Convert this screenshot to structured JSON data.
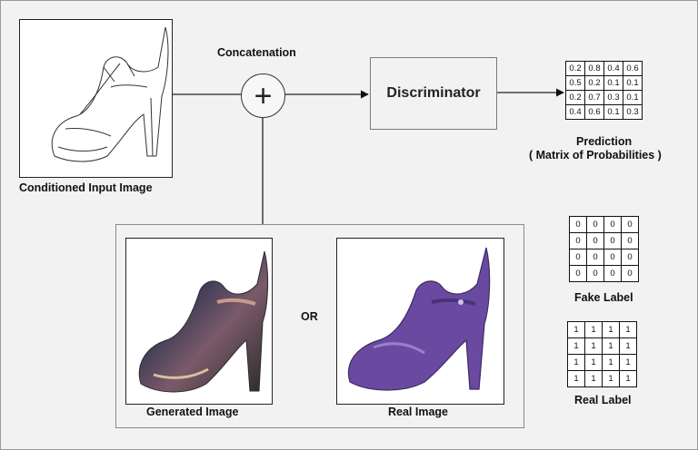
{
  "labels": {
    "conditioned": "Conditioned Input Image",
    "concatenation": "Concatenation",
    "plus": "+",
    "discriminator": "Discriminator",
    "prediction_title": "Prediction",
    "prediction_sub": "( Matrix of Probabilities )",
    "generated": "Generated Image",
    "or": "OR",
    "real_image": "Real Image",
    "fake_label": "Fake Label",
    "real_label": "Real Label"
  },
  "prediction_matrix": [
    [
      "0.2",
      "0.8",
      "0.4",
      "0.6"
    ],
    [
      "0.5",
      "0.2",
      "0.1",
      "0.1"
    ],
    [
      "0.2",
      "0.7",
      "0.3",
      "0.1"
    ],
    [
      "0.4",
      "0.6",
      "0.1",
      "0.3"
    ]
  ],
  "fake_matrix": [
    [
      "0",
      "0",
      "0",
      "0"
    ],
    [
      "0",
      "0",
      "0",
      "0"
    ],
    [
      "0",
      "0",
      "0",
      "0"
    ],
    [
      "0",
      "0",
      "0",
      "0"
    ]
  ],
  "real_matrix": [
    [
      "1",
      "1",
      "1",
      "1"
    ],
    [
      "1",
      "1",
      "1",
      "1"
    ],
    [
      "1",
      "1",
      "1",
      "1"
    ],
    [
      "1",
      "1",
      "1",
      "1"
    ]
  ],
  "colors": {
    "real_shoe": "#6a4aa0",
    "generated_shoe": "#4a3a4a"
  }
}
